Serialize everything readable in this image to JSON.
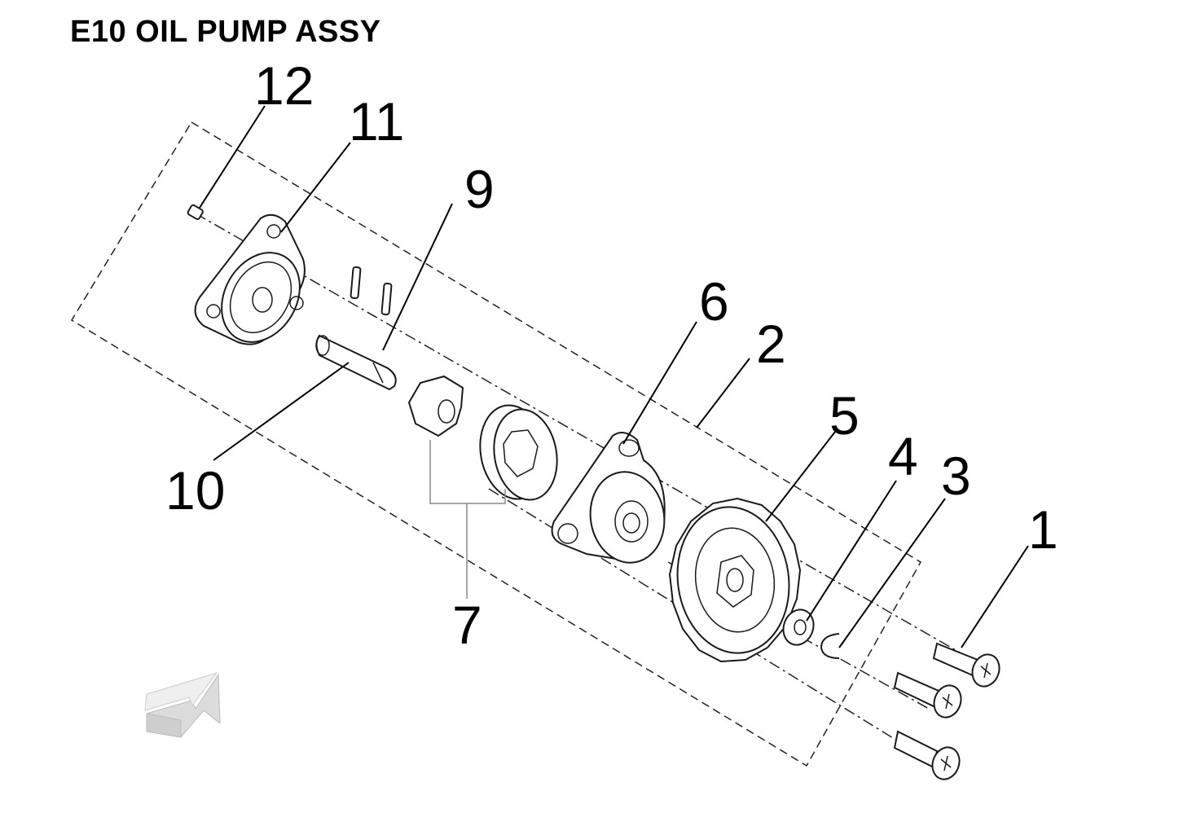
{
  "title": "E10 OIL PUMP ASSY",
  "callouts": [
    "1",
    "2",
    "3",
    "4",
    "5",
    "6",
    "7",
    "9",
    "10",
    "11",
    "12"
  ],
  "icons": {
    "orientation_arrow": "front-direction-arrow-icon"
  }
}
